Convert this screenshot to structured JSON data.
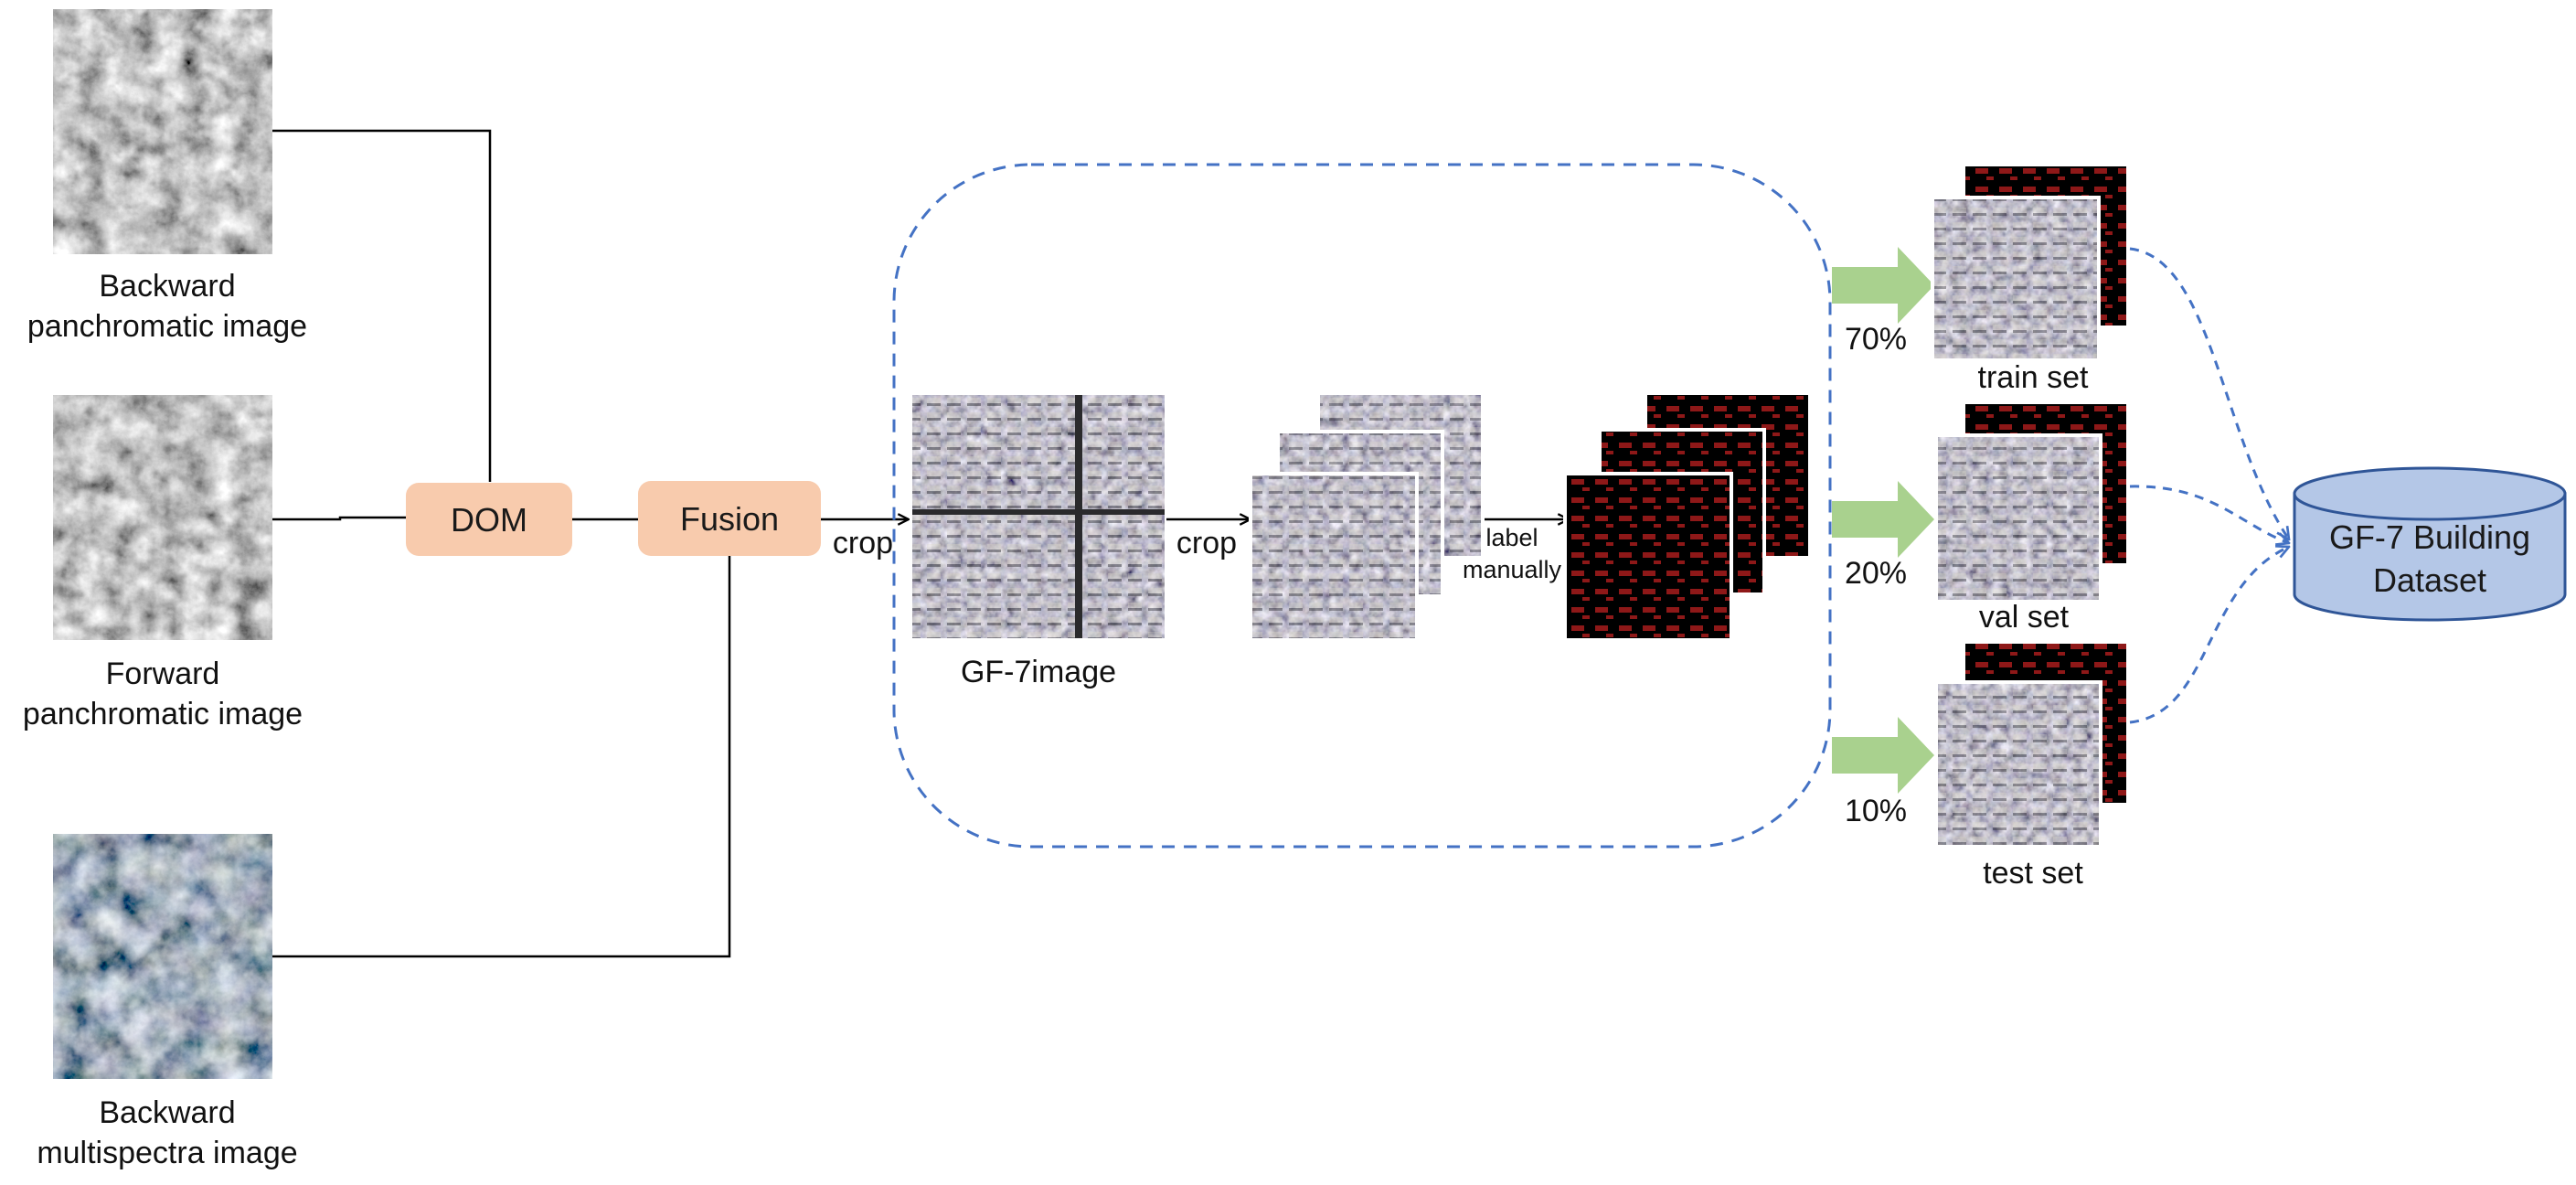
{
  "inputs": {
    "backward_pan": "Backward\npanchromatic image",
    "forward_pan": "Forward\npanchromatic image",
    "backward_ms": "Backward\nmultispectra image"
  },
  "nodes": {
    "dom": "DOM",
    "fusion": "Fusion",
    "database": "GF-7 Building\nDataset"
  },
  "edges": {
    "crop_1": "crop",
    "crop_2": "crop",
    "label_manually": "label\nmanually"
  },
  "image_caption": "GF-7image",
  "splits": [
    {
      "percent": "70%",
      "label": "train set"
    },
    {
      "percent": "20%",
      "label": "val set"
    },
    {
      "percent": "10%",
      "label": "test set"
    }
  ],
  "colors": {
    "node_fill": "#f8cbad",
    "db_fill": "#b4c7e7",
    "db_stroke": "#2f5597",
    "dash_blue": "#4472c4",
    "split_arrow": "#a9d18e",
    "mask_dot": "#9e1b1b"
  }
}
